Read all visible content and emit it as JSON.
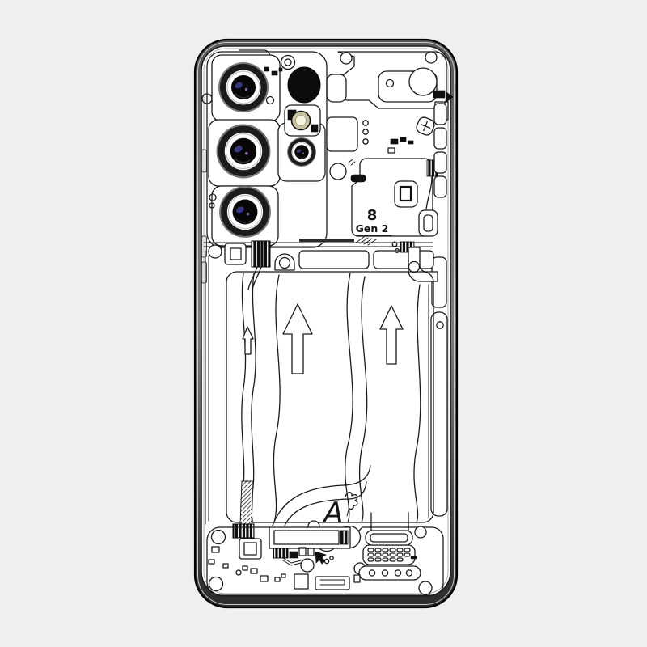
{
  "phone": {
    "chip_label": {
      "line1": "8",
      "line2": "Gen 2"
    },
    "brand_logo": {
      "letter": "A"
    }
  },
  "colors": {
    "background": "#efefef",
    "line": "#1a1a1a",
    "frame_outer": "#3c3c3c",
    "frame_inner": "#8f8f8f",
    "interior": "#ffffff",
    "lens_barrel": "#1c1c1c",
    "lens_ring": "#ffffff",
    "lens_glass": "#070707",
    "lens_glint_blue": "#3c3f8f",
    "lens_glint_purple": "#8a5fb8",
    "flash_ring": "#c9c49b",
    "flash_center": "#f7f4e0",
    "sensor_black": "#0c0c0c"
  }
}
